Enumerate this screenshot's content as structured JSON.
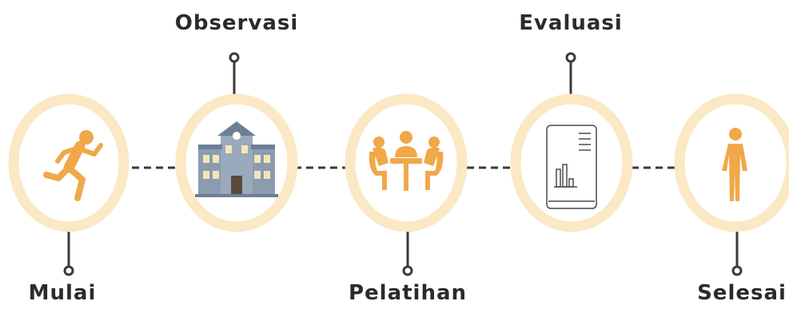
{
  "steps": [
    {
      "label": "Mulai",
      "icon": "running-person-icon"
    },
    {
      "label": "Observasi",
      "icon": "school-building-icon"
    },
    {
      "label": "Pelatihan",
      "icon": "meeting-table-icon"
    },
    {
      "label": "Evaluasi",
      "icon": "report-document-icon"
    },
    {
      "label": "Selesai",
      "icon": "standing-person-icon"
    }
  ],
  "colors": {
    "ring": "#fbe8c4",
    "accent": "#f0a848",
    "line": "#3a3a3a",
    "text": "#2b2b2b"
  }
}
